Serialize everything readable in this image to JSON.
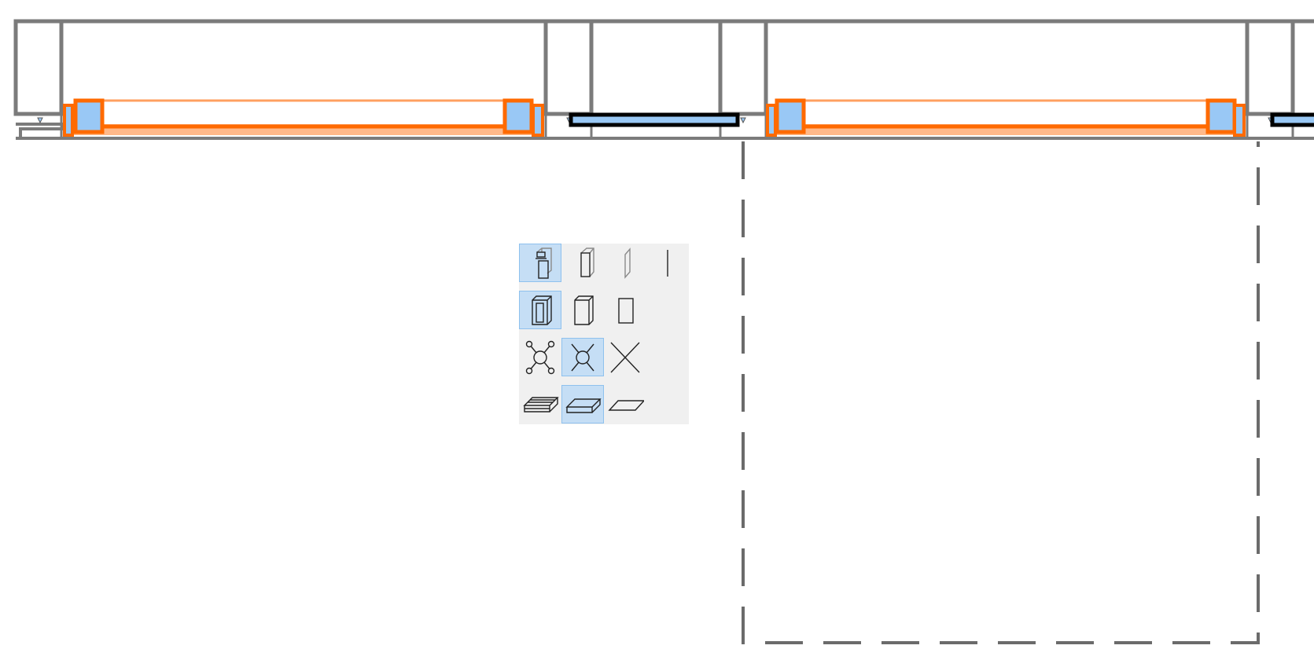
{
  "colors": {
    "frame_stroke": "#7b7b7b",
    "selection_orange": "#ff6a00",
    "selection_light_orange": "#ffa060",
    "glass_fill": "#99c8f5",
    "palette_bg": "#f0f0f0",
    "palette_selected_bg": "#c5def5",
    "palette_selected_border": "#8ec1ee",
    "dashed_boundary": "#6b6b6b"
  },
  "palette": {
    "rows": [
      {
        "name": "geometry-detail-row",
        "items": [
          {
            "icon": "column-detailed-icon",
            "selected": true
          },
          {
            "icon": "column-simple-icon",
            "selected": false
          },
          {
            "icon": "panel-thin-icon",
            "selected": false
          },
          {
            "icon": "line-icon",
            "selected": false
          }
        ]
      },
      {
        "name": "box-detail-row",
        "items": [
          {
            "icon": "frame-box-icon",
            "selected": true
          },
          {
            "icon": "solid-box-icon",
            "selected": false
          },
          {
            "icon": "rectangle-icon",
            "selected": false
          }
        ]
      },
      {
        "name": "junction-detail-row",
        "items": [
          {
            "icon": "junction-full-icon",
            "selected": false
          },
          {
            "icon": "junction-simple-icon",
            "selected": true
          },
          {
            "icon": "cross-icon",
            "selected": false
          }
        ]
      },
      {
        "name": "slab-detail-row",
        "items": [
          {
            "icon": "slab-layered-icon",
            "selected": false
          },
          {
            "icon": "slab-solid-icon",
            "selected": true
          },
          {
            "icon": "slab-flat-icon",
            "selected": false
          }
        ]
      }
    ]
  }
}
